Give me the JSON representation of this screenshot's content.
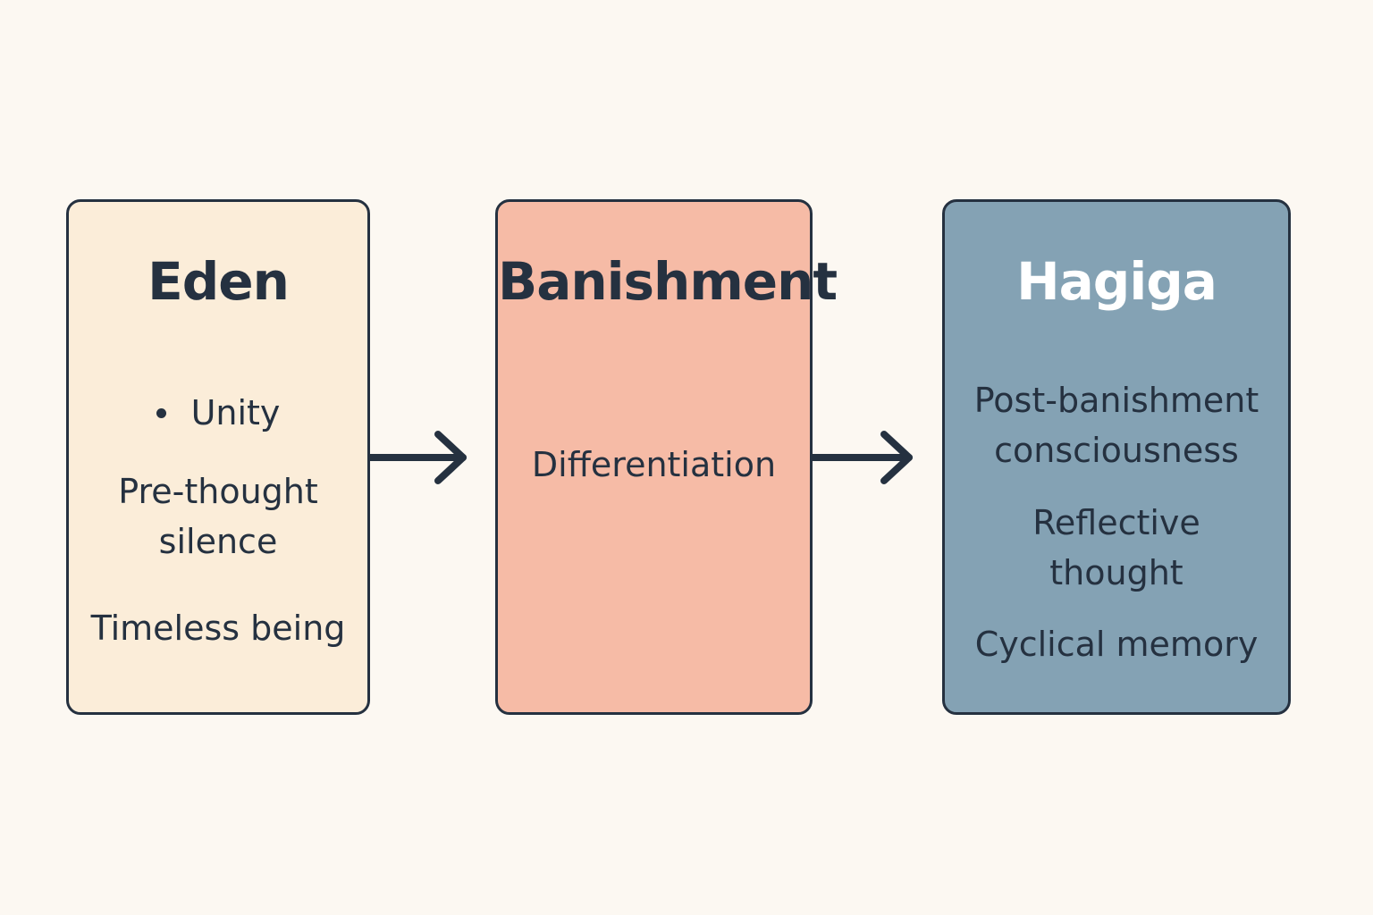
{
  "stages": [
    {
      "title": "Eden",
      "bullet": "Unity",
      "items": [
        "Pre-thought",
        "silence",
        "Timeless being"
      ]
    },
    {
      "title": "Banishment",
      "items": [
        "Differentiation"
      ]
    },
    {
      "title": "Hagiga",
      "items": [
        "Post-banishment",
        "consciousness",
        "Reflective",
        "thought",
        "Cyclical memory"
      ]
    }
  ],
  "colors": {
    "background": "#fcf8f2",
    "eden": "#fbedd9",
    "banishment": "#f6bba6",
    "hagiga": "#84a2b4",
    "stroke": "#253140"
  },
  "icons": [
    "arrow-right-icon",
    "arrow-right-icon"
  ]
}
